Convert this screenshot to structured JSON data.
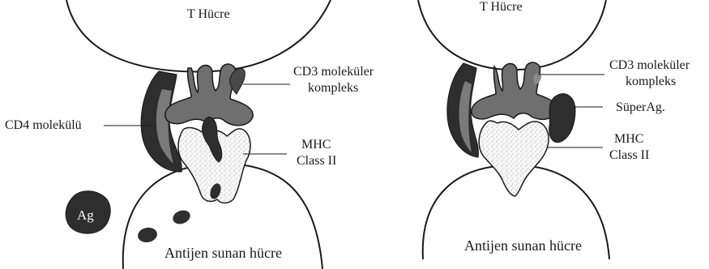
{
  "panels": [
    {
      "t_cell": "T Hücre",
      "cd3": "CD3 moleküler",
      "cd3_line2": "kompleks",
      "cd4": "CD4 molekülü",
      "mhc": "MHC",
      "mhc_line2": "Class II",
      "antigen": "Ag",
      "apc": "Antijen sunan hücre"
    },
    {
      "t_cell": "T Hücre",
      "cd3": "CD3 moleküler",
      "cd3_line2": "kompleks",
      "superantigen": "SüperAg.",
      "mhc": "MHC",
      "mhc_line2": "Class II",
      "apc": "Antijen sunan hücre"
    }
  ],
  "colors": {
    "outline": "#1a1a1a",
    "receptor": "#6f6f6f",
    "mhc_fill": "#f4f4f4",
    "dark_blob": "#2e2e2e"
  }
}
